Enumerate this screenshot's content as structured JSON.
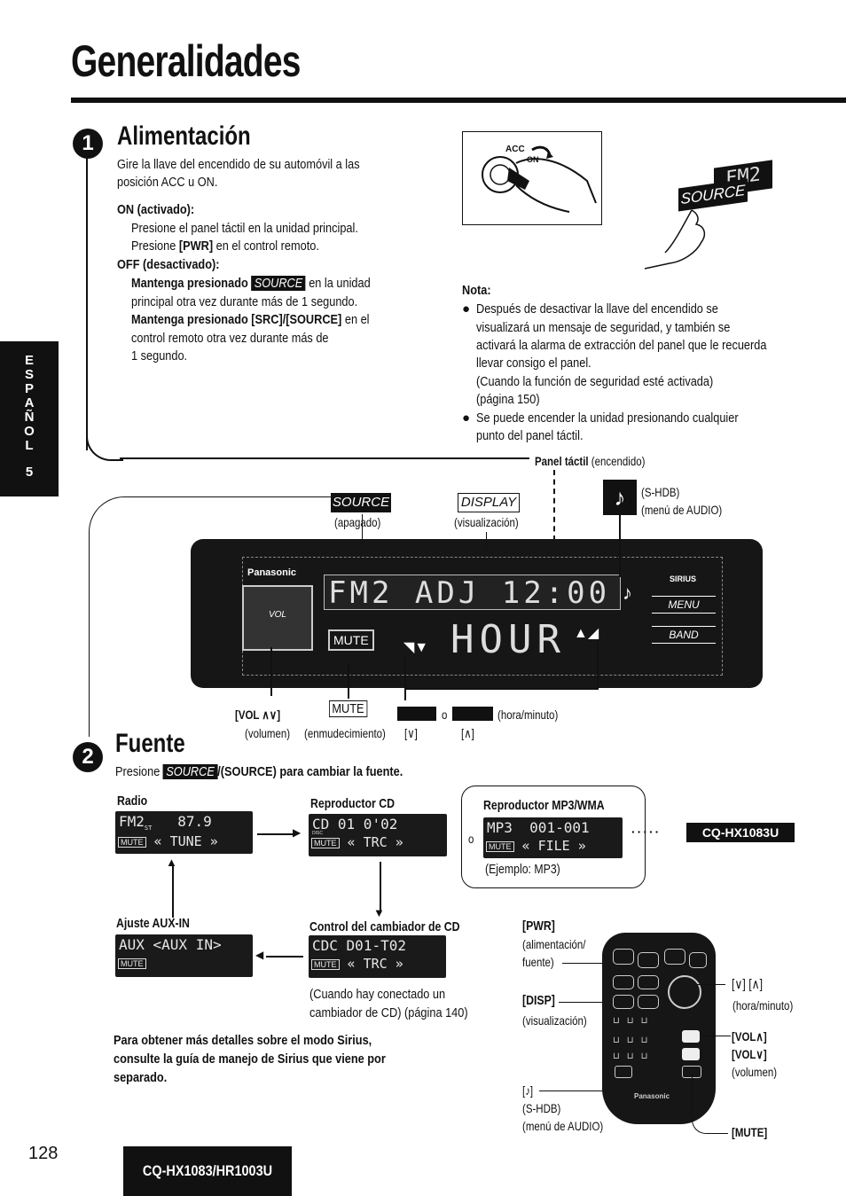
{
  "page_title": "Generalidades",
  "side_tab": {
    "letters": [
      "E",
      "S",
      "P",
      "A",
      "Ñ",
      "O",
      "L"
    ],
    "number": "5"
  },
  "section1": {
    "number": "1",
    "heading": "Alimentación",
    "intro_line1": "Gire la llave del encendido de su automóvil a las",
    "intro_line2": "posición ACC u ON.",
    "on_label": "ON (activado):",
    "on_line1": "Presione el panel táctil en la unidad principal.",
    "on_line2_pre": "Presione ",
    "on_line2_key": "[PWR]",
    "on_line2_post": " en el control remoto.",
    "off_label": "OFF (desactivado):",
    "off_line1_pre": "Mantenga presionado ",
    "off_line1_key": "SOURCE",
    "off_line1_post": " en la unidad",
    "off_line2": "principal otra vez durante más de 1 segundo.",
    "off_line3_pre": "Mantenga presionado [SRC]/[SOURCE]",
    "off_line3_post": " en el",
    "off_line4": "control remoto otra vez durante más de",
    "off_line5": "1 segundo."
  },
  "illustration": {
    "acc": "ACC",
    "on": "ON",
    "display_text": "FM2",
    "source_label": "SOURCE"
  },
  "nota": {
    "label": "Nota:",
    "bullet1_lines": [
      "Después de desactivar la llave del encendido se",
      "visualizará un mensaje de seguridad, y también se",
      "activará la alarma de extracción del panel que le recuerda",
      "llevar consigo el panel.",
      "(Cuando la función de seguridad esté activada)",
      "(página 150)"
    ],
    "bullet2_lines": [
      "Se puede encender la unidad presionando cualquier",
      "punto del panel táctil."
    ]
  },
  "panel": {
    "touch_label": "Panel táctil",
    "touch_sub": "(encendido)",
    "source_btn": "SOURCE",
    "source_sub": "(apagado)",
    "display_btn": "DISPLAY",
    "display_sub": "(visualización)",
    "shdb_label": "(S-HDB)",
    "shdb_sub": "(menú de AUDIO)",
    "brand": "Panasonic",
    "sirius": "SIRIUS",
    "lcd_text": "FM2 ADJ 12:00",
    "hour_text": "HOUR",
    "vol_label": "VOL",
    "mute_label": "MUTE",
    "menu_label": "MENU",
    "band_label": "BAND",
    "vol_caption": "[VOL ∧∨]",
    "vol_sub": "(volumen)",
    "mute_caption": "MUTE",
    "mute_sub": "(enmudecimiento)",
    "down_caption": "[∨]",
    "or": "o",
    "hour_caption": "(hora/minuto)",
    "up_caption": "[∧]"
  },
  "section2": {
    "number": "2",
    "heading": "Fuente",
    "press_pre": "Presione ",
    "press_key": "SOURCE",
    "press_post": "/(SOURCE) para cambiar la fuente."
  },
  "sources": {
    "radio": {
      "label": "Radio",
      "line1_a": "FM2",
      "line1_st": "ST",
      "line1_b": "87.9",
      "mute": "MUTE",
      "line2": "« TUNE »"
    },
    "cd": {
      "label": "Reproductor CD",
      "line1_a": "CD",
      "line1_disc": "DISC",
      "line1_b": "01  0'02",
      "mute": "MUTE",
      "line2": "« TRC »"
    },
    "mp3": {
      "label": "Reproductor MP3/WMA",
      "line1_a": "MP3",
      "line1_b": "001-001",
      "mute": "MUTE",
      "line2": "« FILE »",
      "example": "(Ejemplo: MP3)",
      "or": "o"
    },
    "model": "CQ-HX1083U",
    "aux": {
      "label": "Ajuste AUX-IN",
      "line1": "AUX <AUX IN>",
      "mute": "MUTE"
    },
    "changer": {
      "label": "Control del cambiador de CD",
      "line1_a": "CDC",
      "line1_b": "D01-T02",
      "mute": "MUTE",
      "line2": "« TRC »",
      "note1": "(Cuando hay conectado un",
      "note2": "cambiador de CD) (página 140)"
    }
  },
  "sirius_note": [
    "Para obtener más detalles sobre el modo Sirius,",
    "consulte la guía de manejo de Sirius que viene por",
    "separado."
  ],
  "remote": {
    "pwr": "[PWR]",
    "pwr_sub1": "(alimentación/",
    "pwr_sub2": "fuente)",
    "disp": "[DISP]",
    "disp_sub": "(visualización)",
    "shdb": "[♪]",
    "shdb_sub1": "(S-HDB)",
    "shdb_sub2": "(menú de AUDIO)",
    "updown": "[∨] [∧]",
    "updown_sub": "(hora/minuto)",
    "volup": "[VOL∧]",
    "voldown": "[VOL∨]",
    "vol_sub": "(volumen)",
    "mute": "[MUTE]",
    "brand": "Panasonic"
  },
  "footer": {
    "page_number": "128",
    "model": "CQ-HX1083/HR1003U"
  }
}
